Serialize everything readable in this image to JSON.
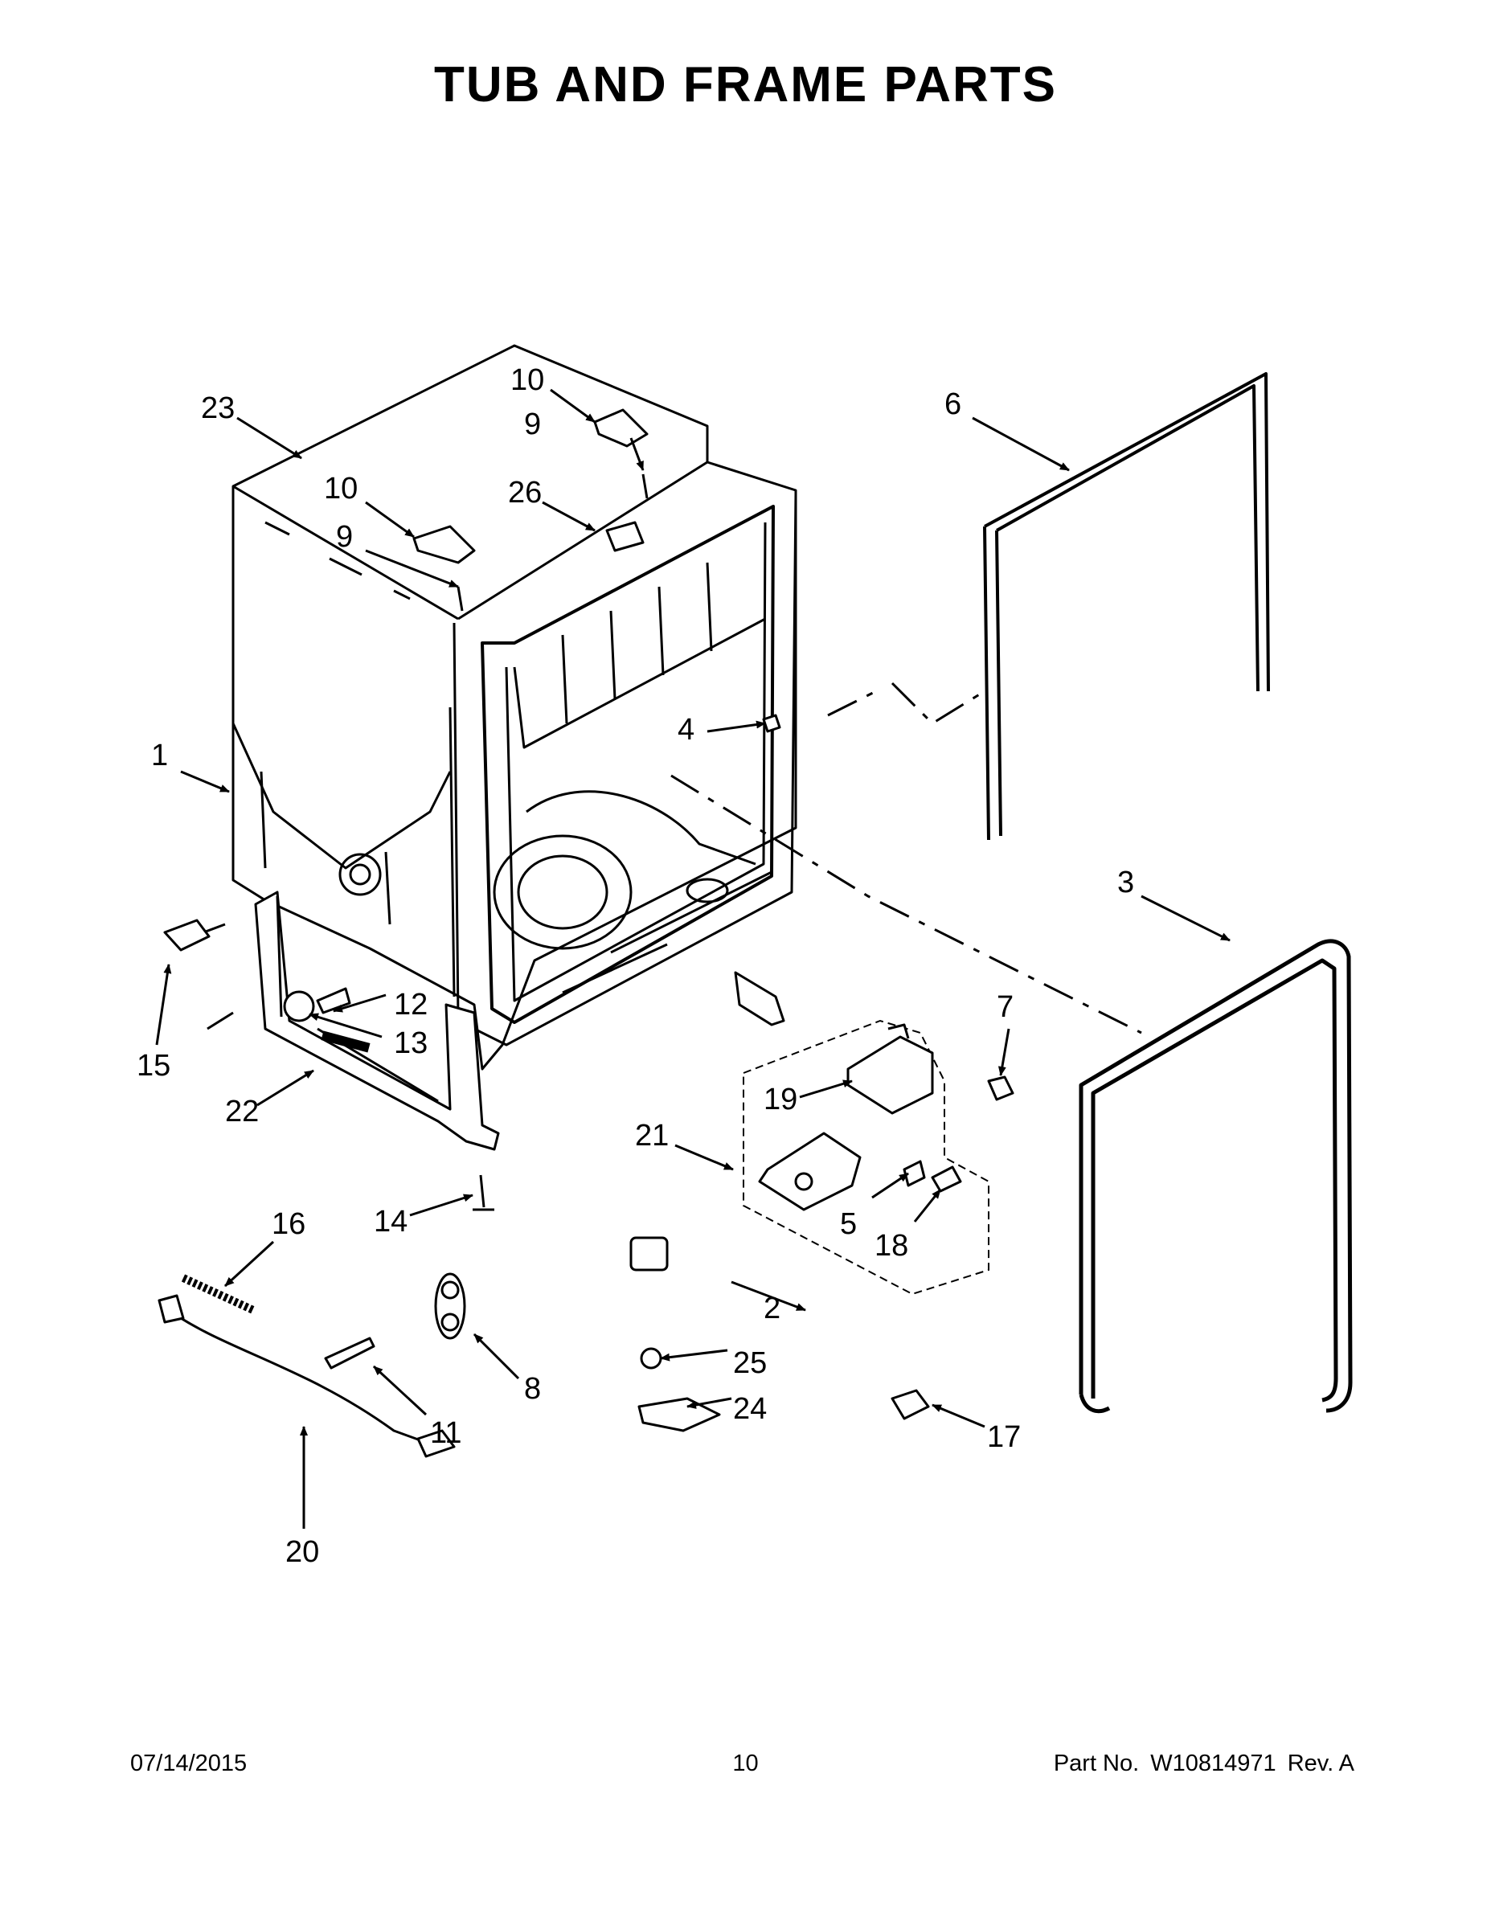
{
  "title": "TUB AND FRAME PARTS",
  "callouts": {
    "c1": "1",
    "c2": "2",
    "c3": "3",
    "c4": "4",
    "c5": "5",
    "c6": "6",
    "c7": "7",
    "c8": "8",
    "c9a": "9",
    "c9b": "9",
    "c10a": "10",
    "c10b": "10",
    "c11": "11",
    "c12": "12",
    "c13": "13",
    "c14": "14",
    "c15": "15",
    "c16": "16",
    "c17": "17",
    "c18": "18",
    "c19": "19",
    "c20": "20",
    "c21": "21",
    "c22": "22",
    "c23": "23",
    "c24": "24",
    "c25": "25",
    "c26": "26"
  },
  "footer": {
    "date": "07/14/2015",
    "page": "10",
    "part_label": "Part No.",
    "part_number": "W10814971",
    "revision": "Rev. A"
  }
}
